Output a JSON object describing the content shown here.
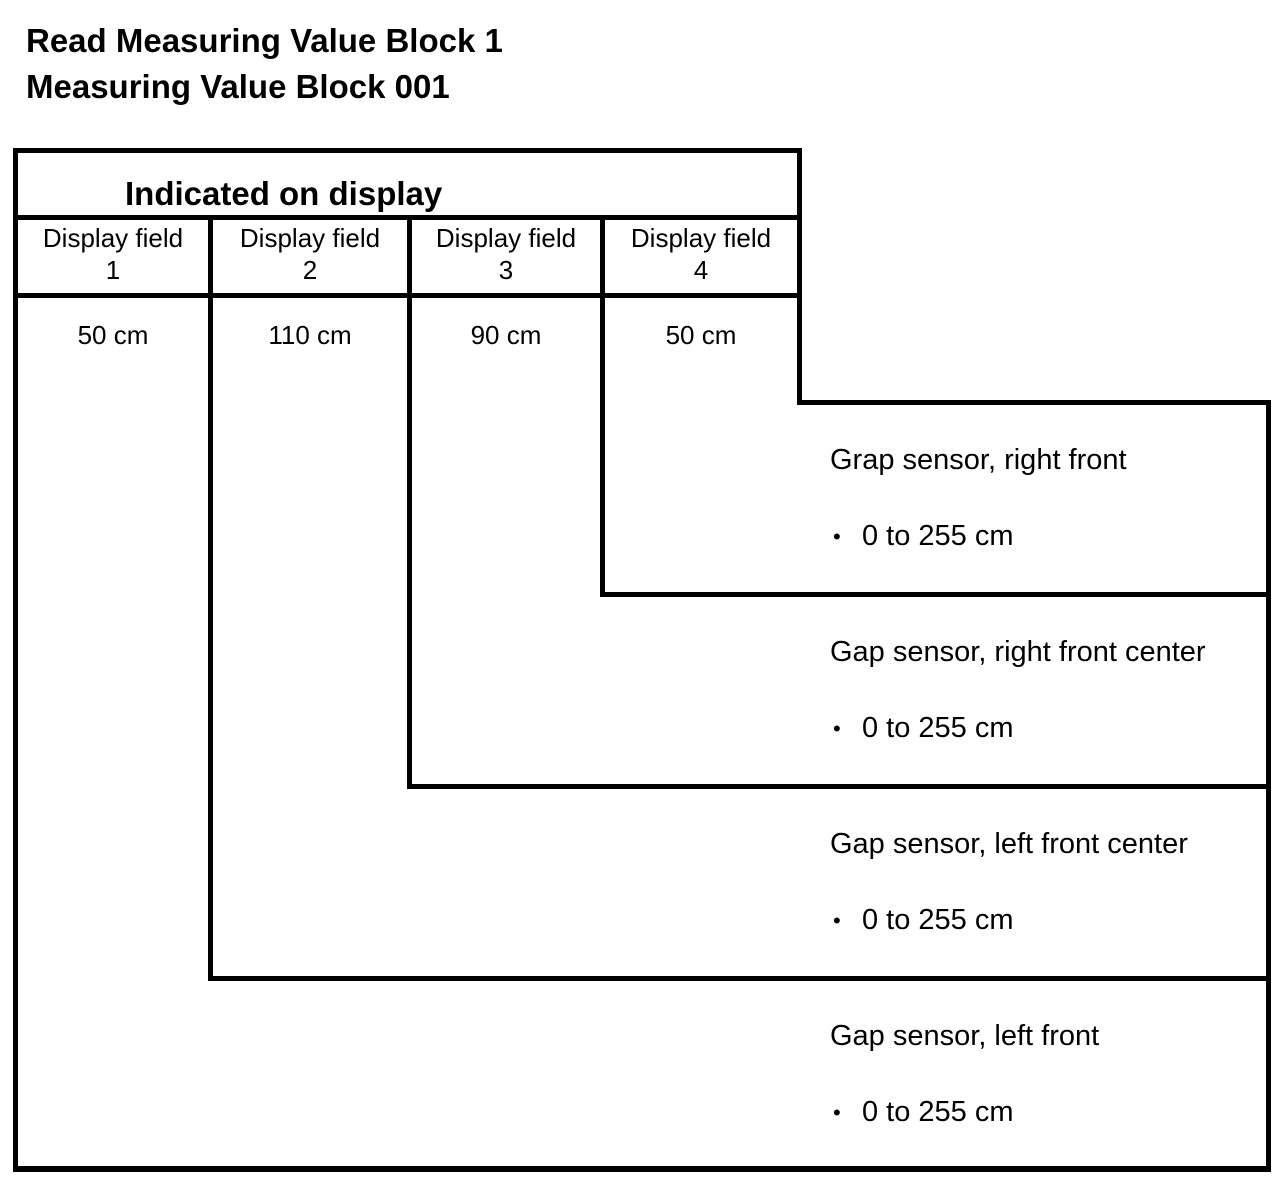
{
  "colors": {
    "background": "#ffffff",
    "line": "#000000",
    "text": "#000000"
  },
  "title": {
    "line1": "Read Measuring Value Block 1",
    "line2": "Measuring Value Block 001"
  },
  "table": {
    "header": "Indicated on display",
    "columns": [
      {
        "label": "Display field",
        "number": "1",
        "value": "50 cm"
      },
      {
        "label": "Display field",
        "number": "2",
        "value": "110 cm"
      },
      {
        "label": "Display field",
        "number": "3",
        "value": "90 cm"
      },
      {
        "label": "Display field",
        "number": "4",
        "value": "50 cm"
      }
    ]
  },
  "callouts": [
    {
      "label": "Grap sensor, right front",
      "bullet": "•",
      "range": "0 to 255 cm"
    },
    {
      "label": "Gap sensor, right front center",
      "bullet": "•",
      "range": "0 to 255 cm"
    },
    {
      "label": "Gap sensor, left front center",
      "bullet": "•",
      "range": "0 to 255 cm"
    },
    {
      "label": "Gap sensor, left front",
      "bullet": "•",
      "range": "0 to 255 cm"
    }
  ]
}
